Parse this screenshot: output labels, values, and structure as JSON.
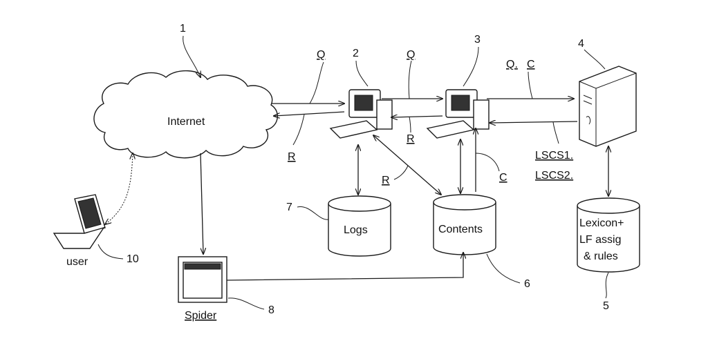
{
  "nodes": {
    "internet": {
      "label": "Internet",
      "ref": "1"
    },
    "server_2": {
      "ref": "2"
    },
    "server_3": {
      "ref": "3"
    },
    "server_4": {
      "ref": "4"
    },
    "lexicon_db": {
      "line1": "Lexicon+",
      "line2": "LF assig",
      "line3": "& rules",
      "ref": "5"
    },
    "contents_db": {
      "label": "Contents",
      "ref": "6"
    },
    "logs_db": {
      "label": "Logs",
      "ref": "7"
    },
    "spider": {
      "label": "Spider",
      "ref": "8"
    },
    "user": {
      "label": "user",
      "ref": "10"
    }
  },
  "edge_labels": {
    "q_internet_2": "Q",
    "r_internet_2": "R",
    "q_2_3": "Q",
    "r_2_3": "R",
    "qc_3_4_q": "Q.",
    "qc_3_4_c": "C",
    "lscs1": "LSCS1.",
    "lscs2": "LSCS2.",
    "r_2_contents": "R",
    "c_contents_3": "C"
  }
}
